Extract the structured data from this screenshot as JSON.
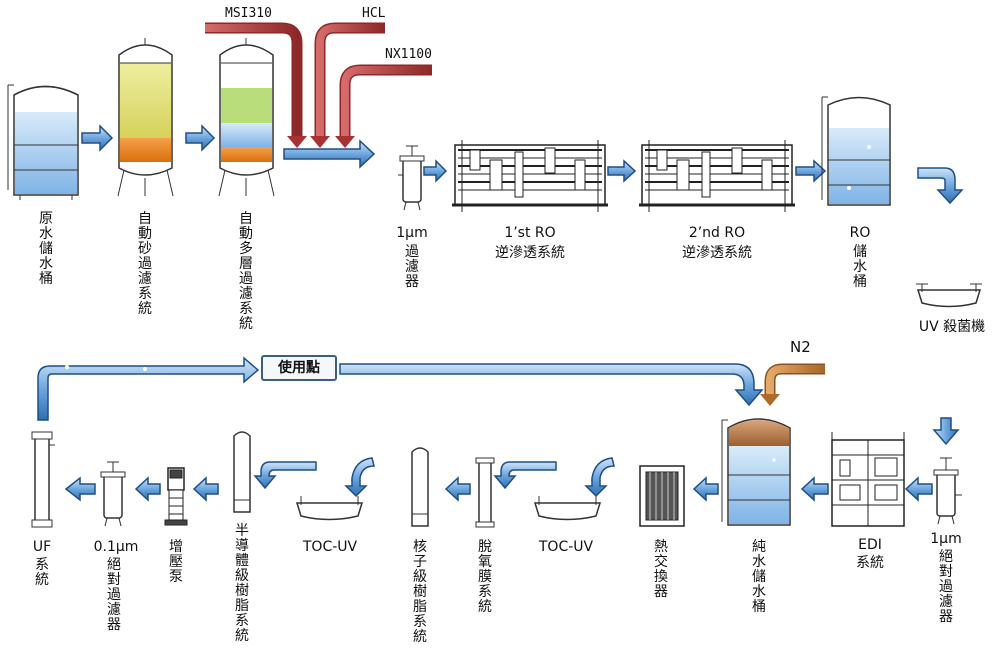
{
  "chemicals": {
    "msi": "MSI310",
    "hcl": "HCL",
    "nx": "NX1100"
  },
  "steps": {
    "raw_tank": "原水儲水桶",
    "sand_filter": "自動砂過濾系統",
    "multi_filter": "自動多層過濾系統",
    "f1_um": "1μm",
    "f1_name": "過濾器",
    "ro1_title": "1’st RO",
    "ro1_name": "逆滲透系統",
    "ro2_title": "2’nd RO",
    "ro2_name": "逆滲透系統",
    "ro_tank_title": "RO",
    "ro_tank_name": "儲水桶",
    "uv": "UV 殺菌機",
    "abs_um": "1μm",
    "abs_name": "絕對過濾器",
    "edi_title": "EDI",
    "edi_name": "系統",
    "pure_tank": "純水儲水桶",
    "heat_ex": "熱交換器",
    "toc_uv_1": "TOC-UV",
    "degas": "脫氧膜系統",
    "nuclear_resin": "核子級樹脂系統",
    "toc_uv_2": "TOC-UV",
    "semi_resin": "半導體級樹脂系統",
    "booster": "增壓泵",
    "abs01_um": "0.1μm",
    "abs01_name": "絕對過濾器",
    "uf_title": "UF",
    "uf_name": "系統"
  },
  "gas": "N2",
  "use_point": "使用點",
  "colors": {
    "arrow_blue": "#4a86c6",
    "arrow_edge": "#1d4f86",
    "chem_red": "#b23a3a",
    "n2_orange": "#c7823a",
    "water": "#9cc6ee",
    "sand": "#e2de7a",
    "gravel": "#ef8a1c",
    "anthracite": "#b9dd7b",
    "tank_cap": "#b87a45"
  },
  "icons": [
    "flow-arrow-icon",
    "chemical-pipe-icon",
    "tank-icon",
    "filter-vessel-icon",
    "ro-skid-icon",
    "uv-unit-icon",
    "pump-icon",
    "heat-exchanger-icon",
    "membrane-column-icon",
    "resin-column-icon"
  ]
}
